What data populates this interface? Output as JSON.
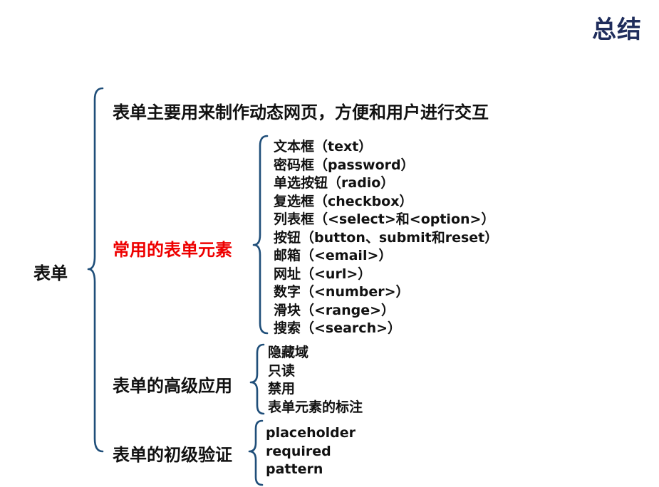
{
  "title": "总结",
  "root": "表单",
  "intro": "表单主要用来制作动态网页，方便和用户进行交互",
  "groups": {
    "common": {
      "label": "常用的表单元素",
      "items": [
        "文本框（text）",
        "密码框（password）",
        "单选按钮（radio）",
        "复选框（checkbox）",
        "列表框（<select>和<option>）",
        "按钮（button、submit和reset）",
        "邮箱（<email>）",
        "网址（<url>）",
        "数字（<number>）",
        "滑块（<range>）",
        "搜索（<search>）"
      ]
    },
    "advanced": {
      "label": "表单的高级应用",
      "items": [
        "隐藏域",
        "只读",
        "禁用",
        "表单元素的标注"
      ]
    },
    "validation": {
      "label": "表单的初级验证",
      "items": [
        "placeholder",
        "required",
        "pattern"
      ]
    }
  },
  "colors": {
    "title": "#1f2d5c",
    "brace": "#1f4e79",
    "highlight": "#ee0000",
    "text": "#111111"
  }
}
